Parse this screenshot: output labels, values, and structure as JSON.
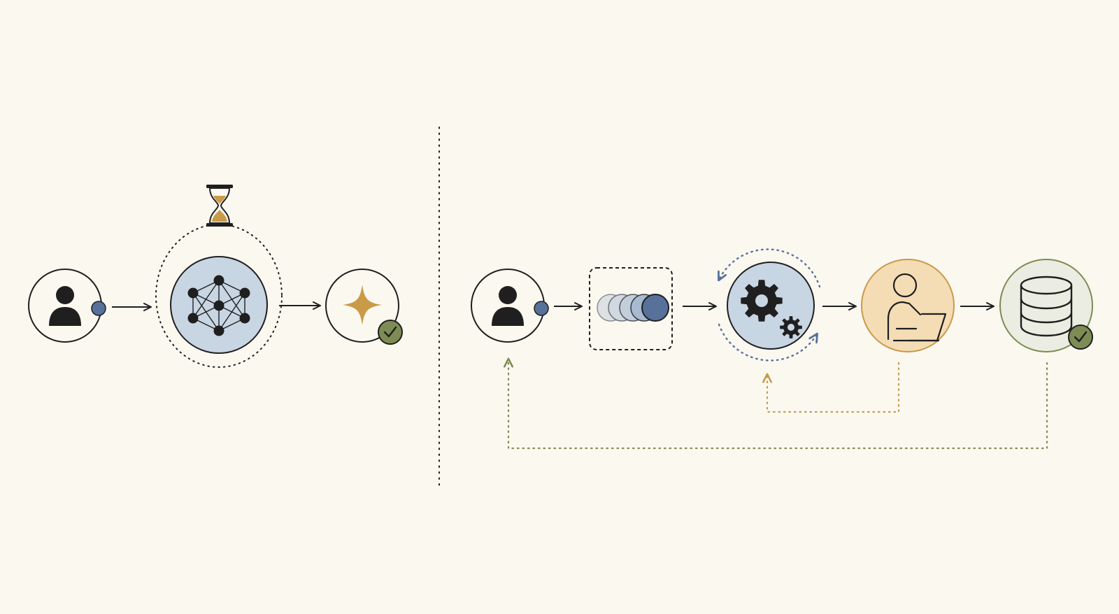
{
  "diagram": {
    "background": "#fbf8f0",
    "colors": {
      "ink": "#1f1f1f",
      "blue_fill": "#c8d5e3",
      "blue_accent": "#57719a",
      "gold": "#c99a48",
      "gold_fill": "#f4ddb5",
      "green": "#7d8c54",
      "green_fill": "#ebede2"
    },
    "left_flow": {
      "nodes": [
        {
          "id": "user",
          "icon": "user-icon"
        },
        {
          "id": "model",
          "icon": "neural-network-icon",
          "badge": "hourglass-icon"
        },
        {
          "id": "result",
          "icon": "sparkle-icon",
          "badge": "check-icon"
        }
      ]
    },
    "right_flow": {
      "nodes": [
        {
          "id": "user",
          "icon": "user-icon"
        },
        {
          "id": "batch-queue",
          "icon": "stacked-circles-icon"
        },
        {
          "id": "processing",
          "icon": "gears-icon",
          "cycle": "refresh-arrows-icon"
        },
        {
          "id": "human-review",
          "icon": "person-laptop-icon"
        },
        {
          "id": "storage",
          "icon": "database-icon",
          "badge": "check-icon"
        }
      ],
      "feedback_loops": [
        {
          "from": "human-review",
          "to": "processing",
          "color": "gold"
        },
        {
          "from": "storage",
          "to": "user",
          "color": "green"
        }
      ]
    }
  }
}
